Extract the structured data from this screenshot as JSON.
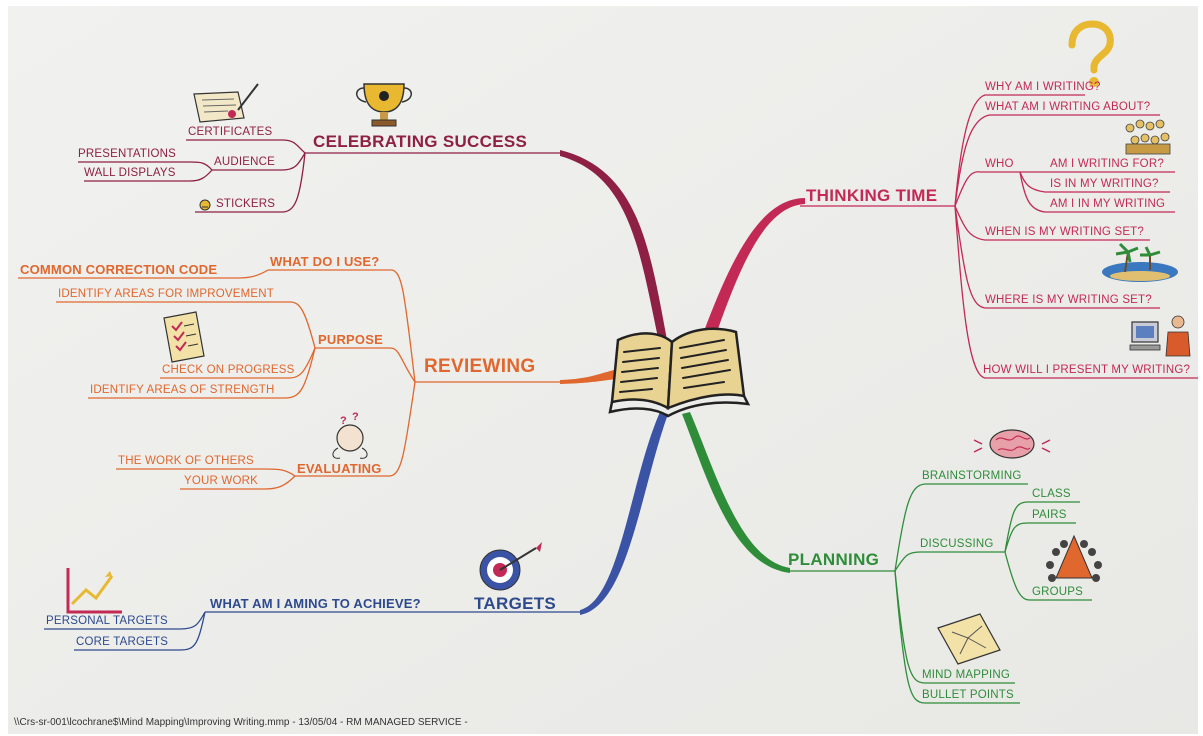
{
  "colors": {
    "thinking": "#c22a55",
    "celebrating": "#8e2045",
    "reviewing": "#e0672e",
    "targets": "#2e4a8e",
    "planning": "#2f8d3a",
    "book": "#e9d392"
  },
  "thinking_time": {
    "title": "THINKING TIME",
    "why": "WHY AM I WRITING?",
    "about": "WHAT AM I WRITING ABOUT?",
    "who": "WHO",
    "for": "AM I WRITING FOR?",
    "in": "IS IN MY WRITING?",
    "am_in": "AM I IN MY WRITING",
    "when": "WHEN IS MY WRITING SET?",
    "where": "WHERE IS MY WRITING SET?",
    "how": "HOW WILL I PRESENT MY WRITING?"
  },
  "celebrating": {
    "title": "CELEBRATING SUCCESS",
    "certificates": "CERTIFICATES",
    "audience": "AUDIENCE",
    "presentations": "PRESENTATIONS",
    "wall_displays": "WALL DISPLAYS",
    "stickers": "STICKERS"
  },
  "reviewing": {
    "title": "REVIEWING",
    "what_use": "WHAT DO I USE?",
    "correction_code": "COMMON CORRECTION CODE",
    "purpose": "PURPOSE",
    "improvement": "IDENTIFY AREAS FOR IMPROVEMENT",
    "progress": "CHECK ON PROGRESS",
    "strength": "IDENTIFY AREAS OF STRENGTH",
    "evaluating": "EVALUATING",
    "others": "THE WORK OF OTHERS",
    "your_work": "YOUR WORK"
  },
  "targets": {
    "title": "TARGETS",
    "achieve": "WHAT AM I AMING TO ACHIEVE?",
    "personal": "PERSONAL TARGETS",
    "core": "CORE TARGETS"
  },
  "planning": {
    "title": "PLANNING",
    "brainstorming": "BRAINSTORMING",
    "discussing": "DISCUSSING",
    "class": "CLASS",
    "pairs": "PAIRS",
    "groups": "GROUPS",
    "mind_mapping": "MIND MAPPING",
    "bullet_points": "BULLET POINTS"
  },
  "footer": "\\\\Crs-sr-001\\lcochrane$\\Mind Mapping\\Improving Writing.mmp - 13/05/04 - RM MANAGED SERVICE -"
}
